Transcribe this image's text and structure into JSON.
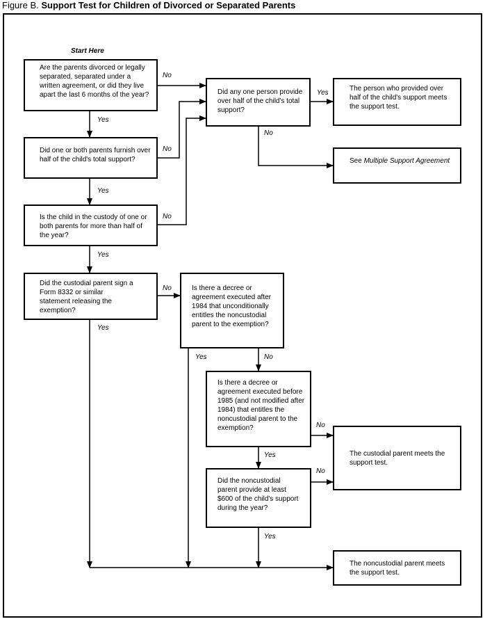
{
  "figure": {
    "prefix": "Figure B.",
    "title": "Support Test for Children of Divorced or Separated Parents"
  },
  "start_label": "Start Here",
  "nodes": {
    "q1": "Are the parents divorced or legally separated, separated under a written agreement, or did they live apart the last 6 months of the year?",
    "q2": "Did one or both parents furnish over half of the child's total support?",
    "q3": "Is the child in the custody of one or both parents for more than half of the year?",
    "q4": "Did the custodial parent sign a Form 8332 or similar statement releasing the exemption?",
    "q5": "Did any one person provide over half of the child's total support?",
    "q6": "Is there a decree or agreement executed after 1984 that unconditionally entitles the noncustodial parent to the exemption?",
    "q7": "Is there a decree or agreement executed before 1985 (and not modified after 1984) that entitles the noncustodial parent to the exemption?",
    "q8": "Did the noncustodial parent provide at least $600 of the child's support during the year?",
    "r1": "The person who provided over half of the child's support meets the support test.",
    "r2_prefix": "See",
    "r2_italic": "Multiple Support Agreement",
    "r3": "The custodial parent meets the support test.",
    "r4": "The noncustodial parent meets the support test."
  },
  "edge_labels": {
    "yes": "Yes",
    "no": "No"
  }
}
